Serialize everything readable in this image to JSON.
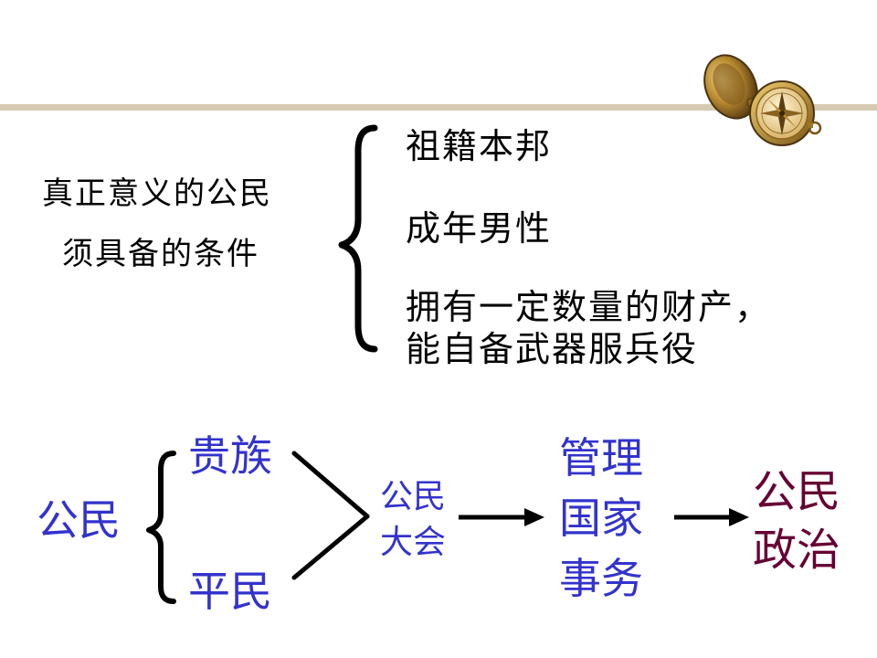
{
  "conditions": {
    "subject_line1": "真正意义的公民",
    "subject_line2": "须具备的条件",
    "items": [
      "祖籍本邦",
      "成年男性",
      "拥有一定数量的财产，",
      "能自备武器服兵役"
    ]
  },
  "flow": {
    "root": "公民",
    "branch_top": "贵族",
    "branch_bottom": "平民",
    "assembly_line1": "公民",
    "assembly_line2": "大会",
    "manage_line1": "管理",
    "manage_line2": "国家",
    "manage_line3": "事务",
    "result_line1": "公民",
    "result_line2": "政治"
  },
  "colors": {
    "blue_text": "#3333cc",
    "maroon_text": "#660033",
    "rule": "#d7cab2"
  },
  "icons": [
    "compass-icon"
  ]
}
